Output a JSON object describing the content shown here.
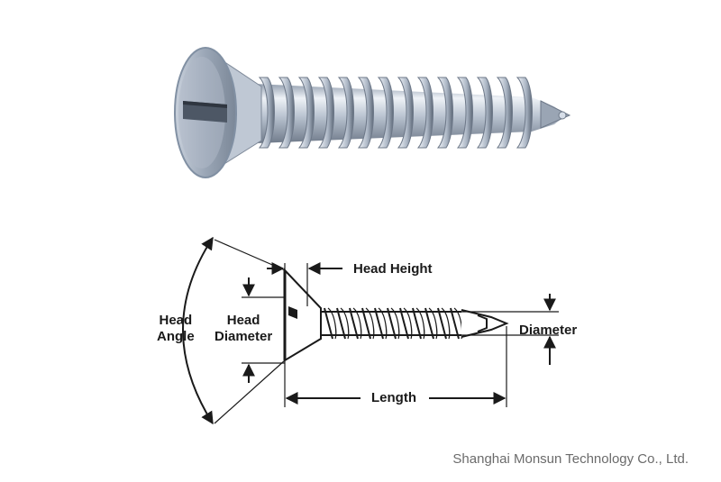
{
  "labels": {
    "head_angle_line1": "Head",
    "head_angle_line2": "Angle",
    "head_diameter_line1": "Head",
    "head_diameter_line2": "Diameter",
    "head_height": "Head Height",
    "diameter": "Diameter",
    "length": "Length"
  },
  "watermark": "Shanghai Monsun Technology Co., Ltd.",
  "colors": {
    "metal_light": "#dfe6ef",
    "metal_mid": "#aab6c6",
    "metal_dark": "#5d6877",
    "line": "#1a1a1a"
  }
}
